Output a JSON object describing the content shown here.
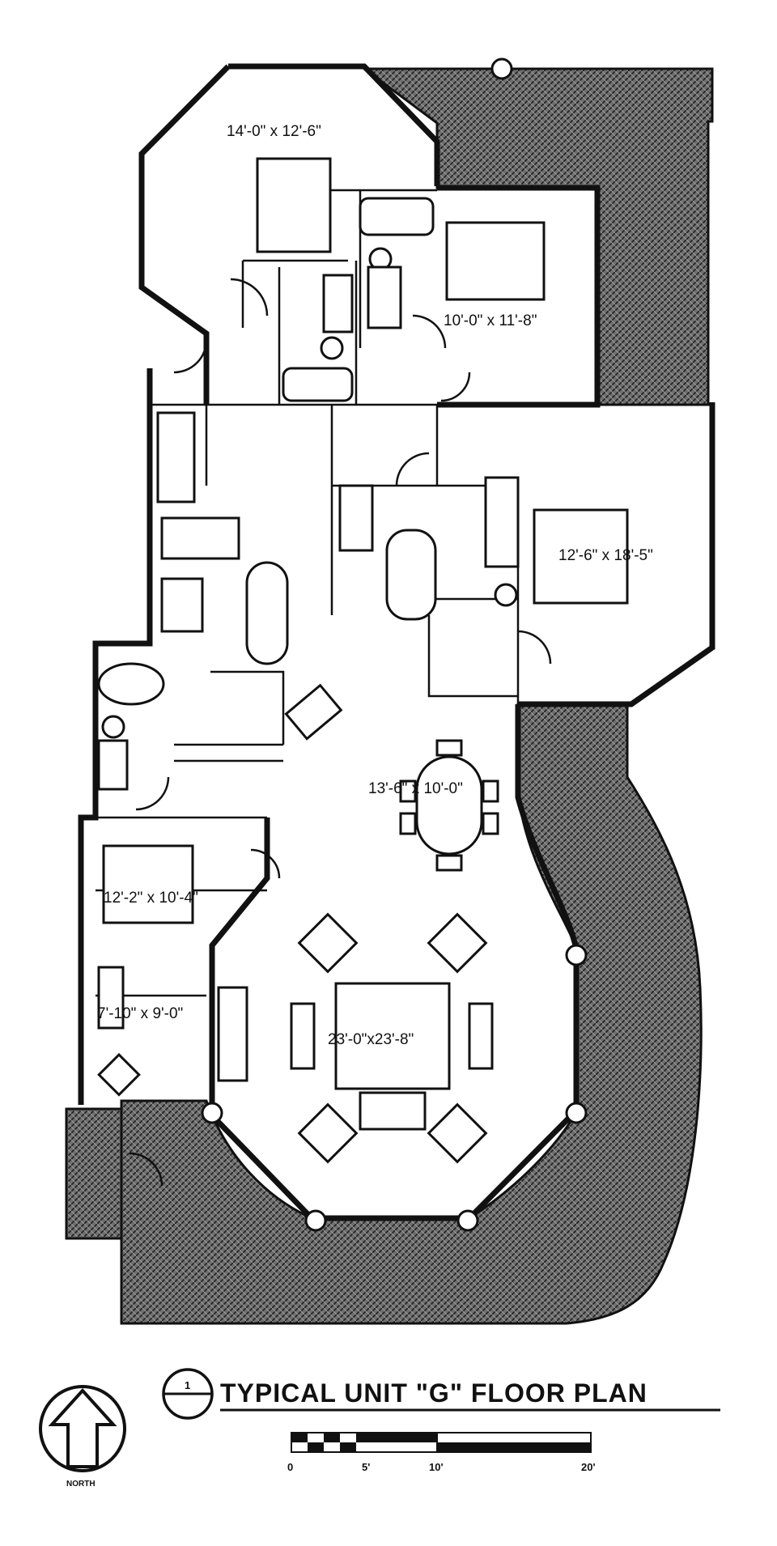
{
  "plan": {
    "title": "TYPICAL UNIT \"G\"  FLOOR PLAN",
    "title_marker": "1",
    "north_label": "NORTH",
    "rooms": {
      "bedroom_top": "14'-0\" x 12'-6\"",
      "bedroom_mid": "10'-0\" x 11'-8\"",
      "master_bedroom": "12'-6\" x 18'-5\"",
      "dining": "13'-6\" x 10'-0\"",
      "den": "12'-2\" x 10'-4\"",
      "study": "7'-10\" x 9'-0\"",
      "living": "23'-0\"x23'-8\""
    },
    "scale_labels": [
      "0",
      "5'",
      "10'",
      "20'"
    ]
  }
}
